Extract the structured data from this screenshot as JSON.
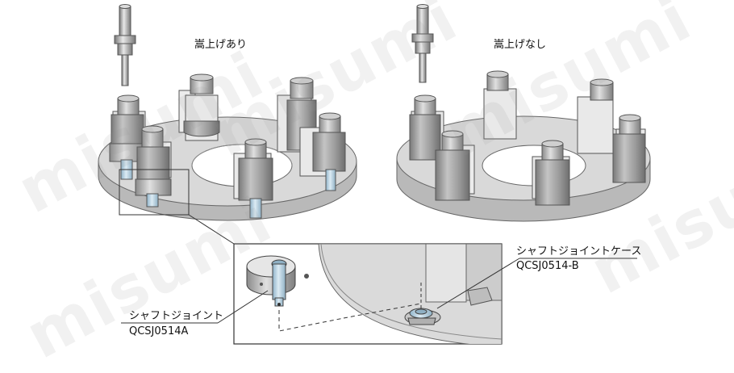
{
  "labels": {
    "with_raise": "嵩上げあり",
    "without_raise": "嵩上げなし",
    "shaft_joint_name": "シャフトジョイント",
    "shaft_joint_code": "QCSJ0514A",
    "case_name": "シャフトジョイントケース",
    "case_code": "QCSJ0514-B"
  },
  "watermark": "misumi",
  "colors": {
    "plate": "#d8d8d8",
    "plate_edge": "#a8a8a8",
    "cylinder": "#9a9a9a",
    "bracket": "#e6e6e6",
    "highlight": "#b8d4e4",
    "line": "#444444"
  }
}
